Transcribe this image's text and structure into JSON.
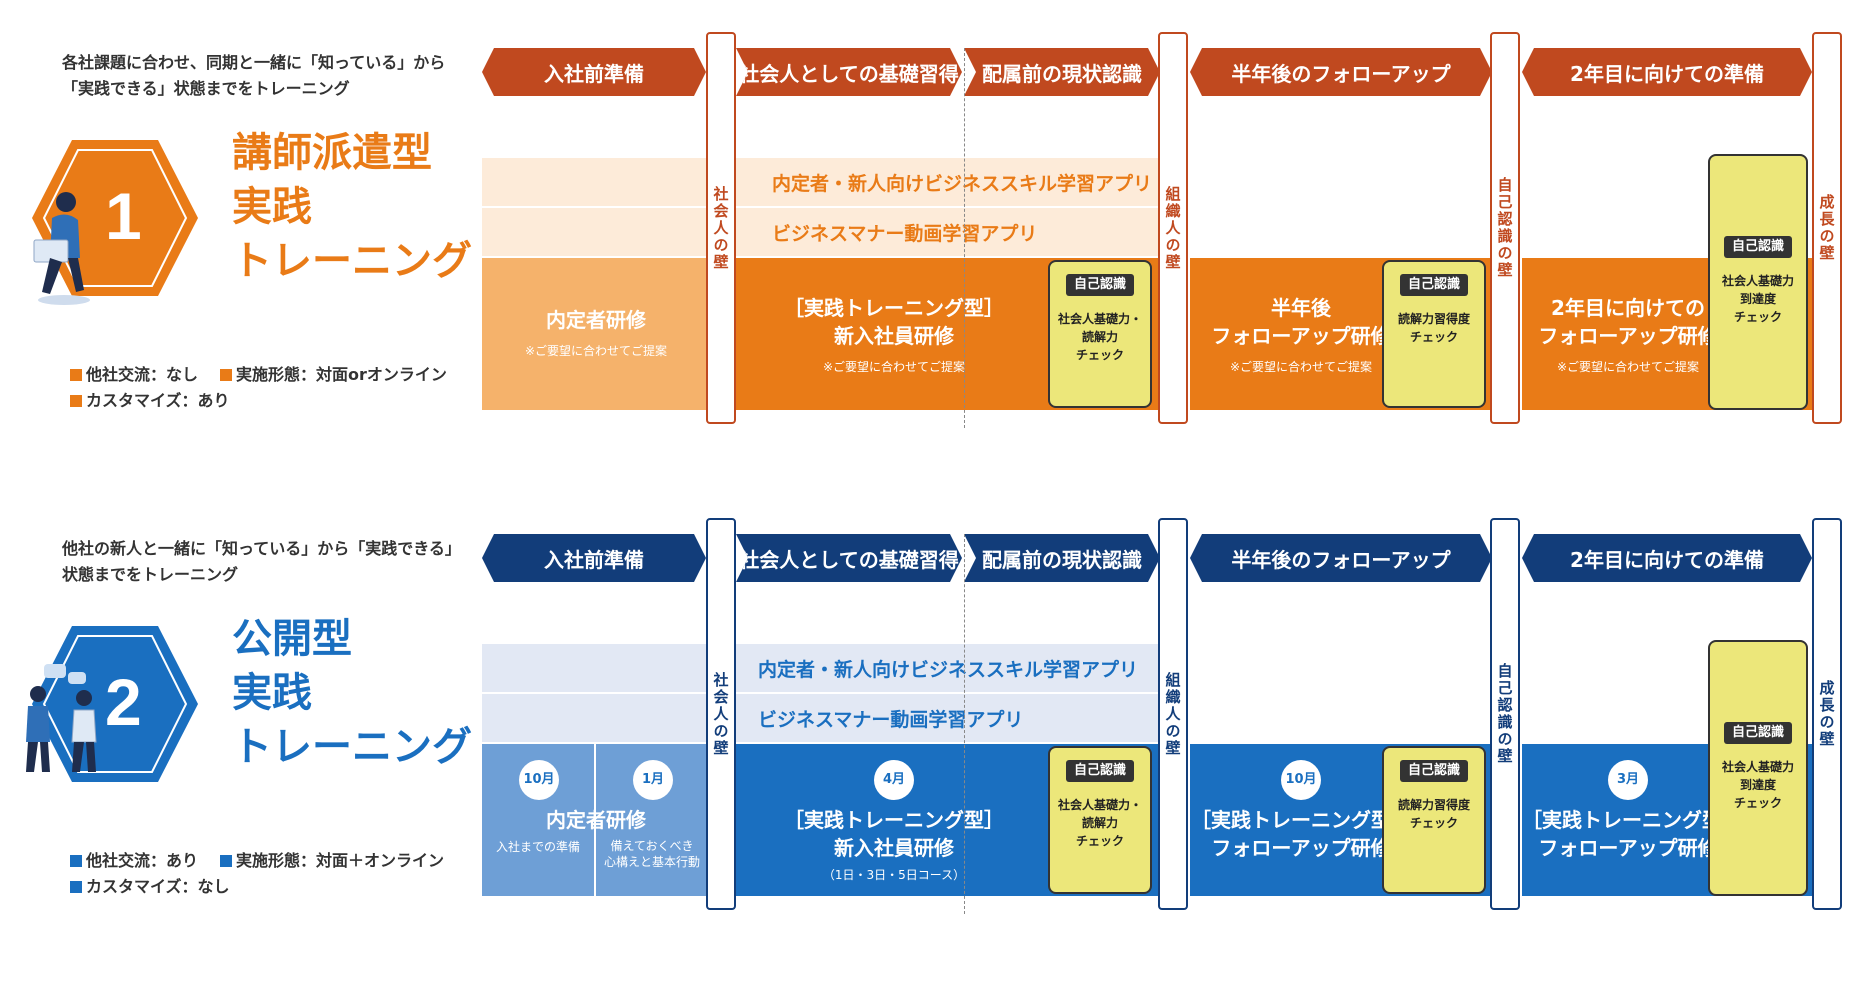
{
  "colors": {
    "orange": "#e97b17",
    "orange_light": "#f5b26b",
    "orange_pale": "#fdebd9",
    "orange_dark": "#c0491f",
    "blue": "#1a6fc0",
    "blue_light": "#6e9fd6",
    "blue_pale": "#e2e8f4",
    "blue_dark": "#123d7a",
    "check_yellow": "#ece77a"
  },
  "phases": [
    "入社前準備",
    "社会人としての基礎習得",
    "配属前の現状認識",
    "半年後のフォローアップ",
    "2年目に向けての準備"
  ],
  "walls": {
    "w1": "社会人の壁",
    "w2": "組織人の壁",
    "w3": "自己認識の壁",
    "w4": "成長の壁"
  },
  "apps": {
    "app1": "内定者・新人向けビジネススキル学習アプリ",
    "app2": "ビジネスマナー動画学習アプリ"
  },
  "check_tag": "自己認識",
  "checks": {
    "c1": [
      "社会人基礎力・",
      "読解力",
      "チェック"
    ],
    "c2": [
      "読解力習得度",
      "チェック"
    ],
    "c3": [
      "社会人基礎力",
      "到達度",
      "チェック"
    ]
  },
  "section1": {
    "number": "1",
    "intro": [
      "各社課題に合わせ、同期と一緒に「知っている」から",
      "「実践できる」状態までをトレーニング"
    ],
    "title": [
      "講師派遣型",
      "実践",
      "トレーニング"
    ],
    "legend": [
      "他社交流：なし",
      "実施形態：対面orオンライン",
      "カスタマイズ：あり"
    ],
    "blocks": {
      "b1": "内定者研修",
      "b2": [
        "［実践トレーニング型］",
        "新入社員研修"
      ],
      "b3": [
        "半年後",
        "フォローアップ研修"
      ],
      "b4": [
        "2年目に向けての",
        "フォローアップ研修"
      ]
    },
    "note": "※ご要望に合わせてご提案"
  },
  "section2": {
    "number": "2",
    "intro": [
      "他社の新人と一緒に「知っている」から「実践できる」",
      "状態までをトレーニング"
    ],
    "title": [
      "公開型",
      "実践",
      "トレーニング"
    ],
    "legend": [
      "他社交流：あり",
      "実施形態：対面＋オンライン",
      "カスタマイズ：なし"
    ],
    "months": {
      "m1": "10月",
      "m2": "1月",
      "m3": "4月",
      "m4": "10月",
      "m5": "3月"
    },
    "blocks": {
      "b1": "内定者研修",
      "b1_sub1": "入社までの準備",
      "b1_sub2": [
        "備えておくべき",
        "心構えと基本行動"
      ],
      "b2": [
        "［実践トレーニング型］",
        "新入社員研修"
      ],
      "b2_note": "（1日・3日・5日コース）",
      "b3": [
        "［実践トレーニング型］",
        "フォローアップ研修"
      ],
      "b4": [
        "［実践トレーニング型］",
        "フォローアップ研修"
      ]
    }
  }
}
